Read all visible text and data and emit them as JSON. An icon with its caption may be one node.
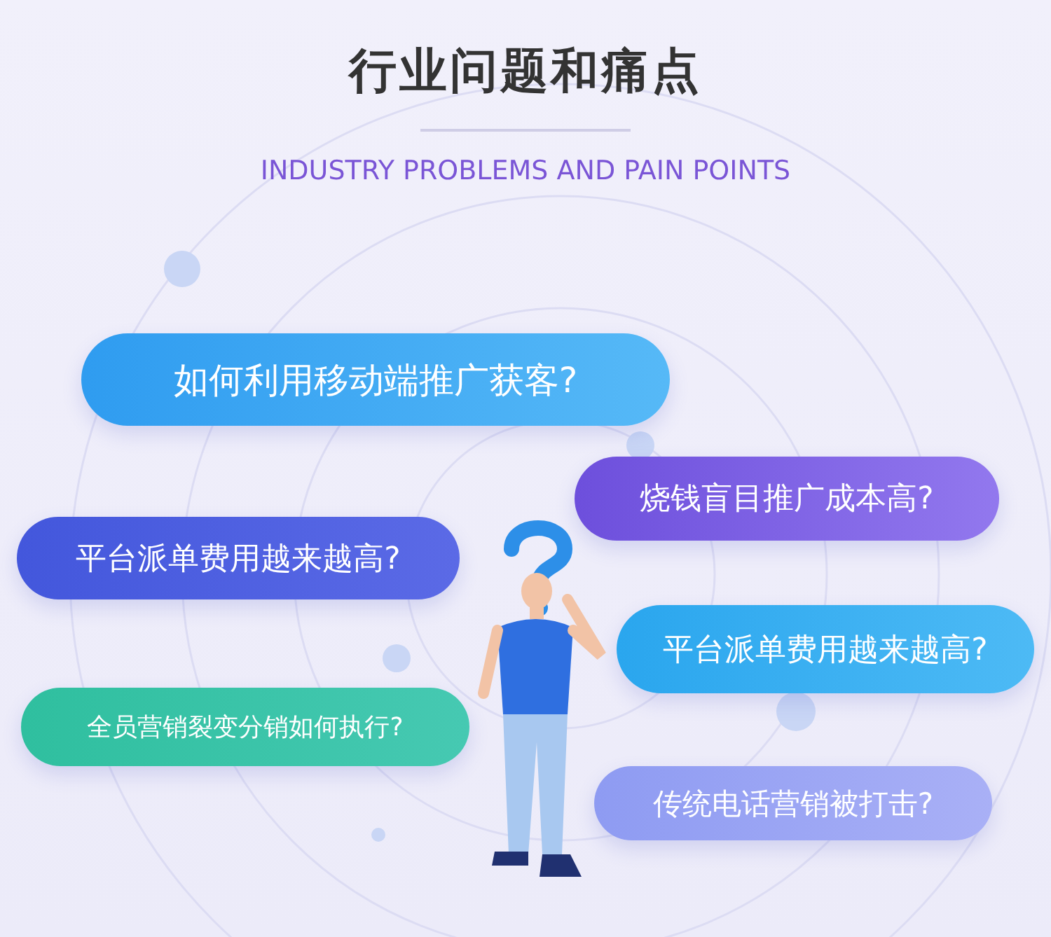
{
  "diagram": {
    "title": "行业问题和痛点",
    "labels": [
      "INDUSTRY PROBLEMS AND PAIN POINTS"
    ],
    "nodes": [
      {
        "text": [
          "如何利用移动端推广获客?"
        ]
      },
      {
        "text": [
          "烧钱盲目推广成本高?"
        ]
      },
      {
        "text": [
          "平台派单费用越来越高?"
        ]
      },
      {
        "text": [
          "平台派单费用越来越高?"
        ]
      },
      {
        "text": [
          "全员营销裂变分销如何执行?"
        ]
      },
      {
        "text": [
          "传统电话营销被打击?"
        ]
      }
    ]
  }
}
